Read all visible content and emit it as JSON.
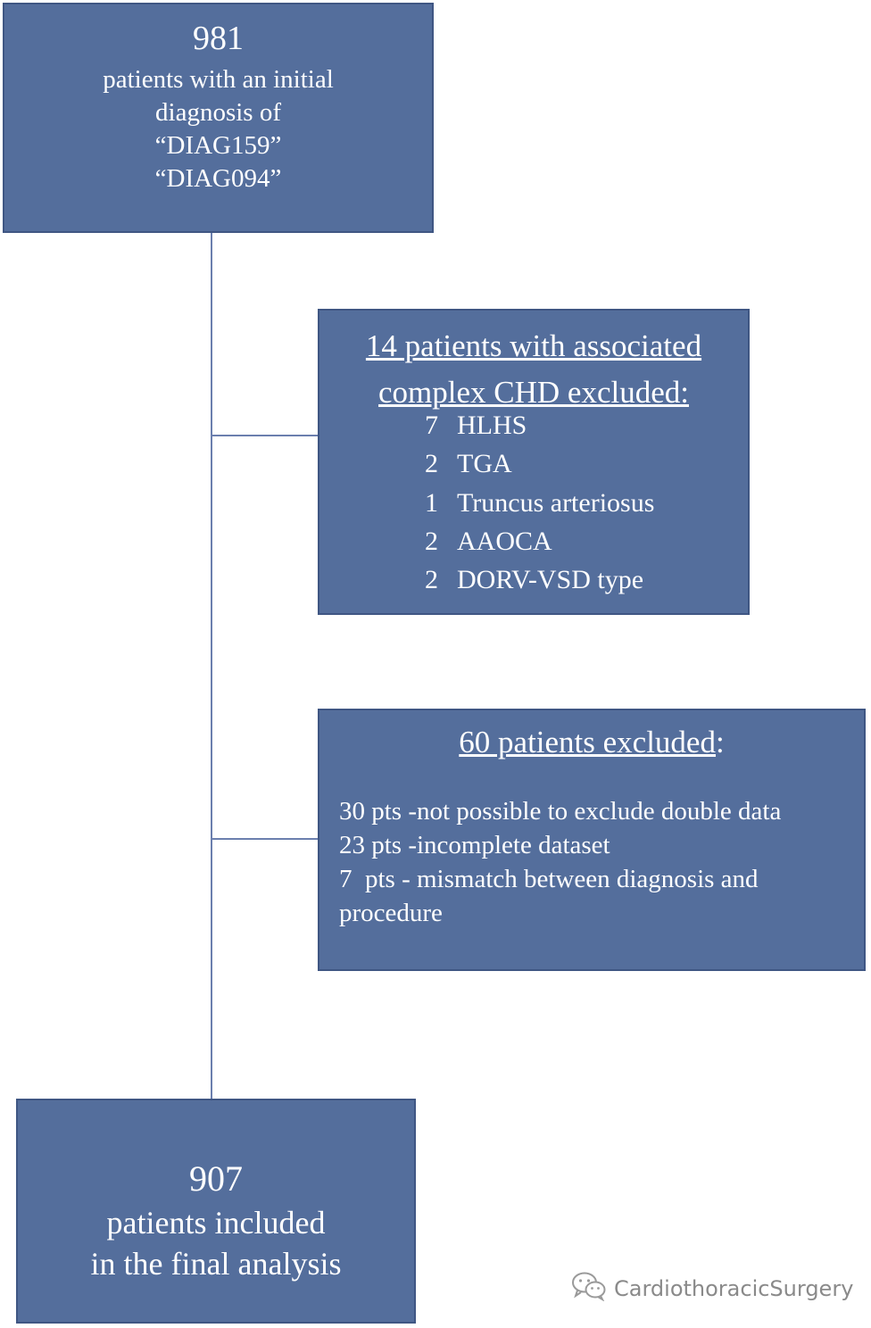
{
  "top_box": {
    "count": "981",
    "lines": [
      "patients with an initial",
      "diagnosis of",
      "“DIAG159”",
      "“DIAG094”"
    ]
  },
  "chd_box": {
    "heading_line1": "14 patients with associated",
    "heading_line2": "complex CHD excluded:",
    "items": [
      {
        "n": "7",
        "label": "HLHS"
      },
      {
        "n": "2",
        "label": "TGA"
      },
      {
        "n": "1",
        "label": "Truncus arteriosus"
      },
      {
        "n": "2",
        "label": "AAOCA"
      },
      {
        "n": "2",
        "label": "DORV-VSD type"
      }
    ]
  },
  "excluded_box": {
    "heading": "60 patients excluded",
    "heading_suffix": ":",
    "lines": [
      "30 pts -not possible to exclude double data",
      "23 pts -incomplete dataset",
      "7  pts - mismatch between diagnosis and",
      "procedure"
    ]
  },
  "final_box": {
    "count": "907",
    "lines": [
      "patients included",
      "in the final analysis"
    ]
  },
  "watermark": {
    "icon": "wechat-icon",
    "text": "CardiothoracicSurgery"
  },
  "colors": {
    "box_fill": "#546e9c",
    "box_border": "#3f5683",
    "connector": "#6b7fae"
  }
}
